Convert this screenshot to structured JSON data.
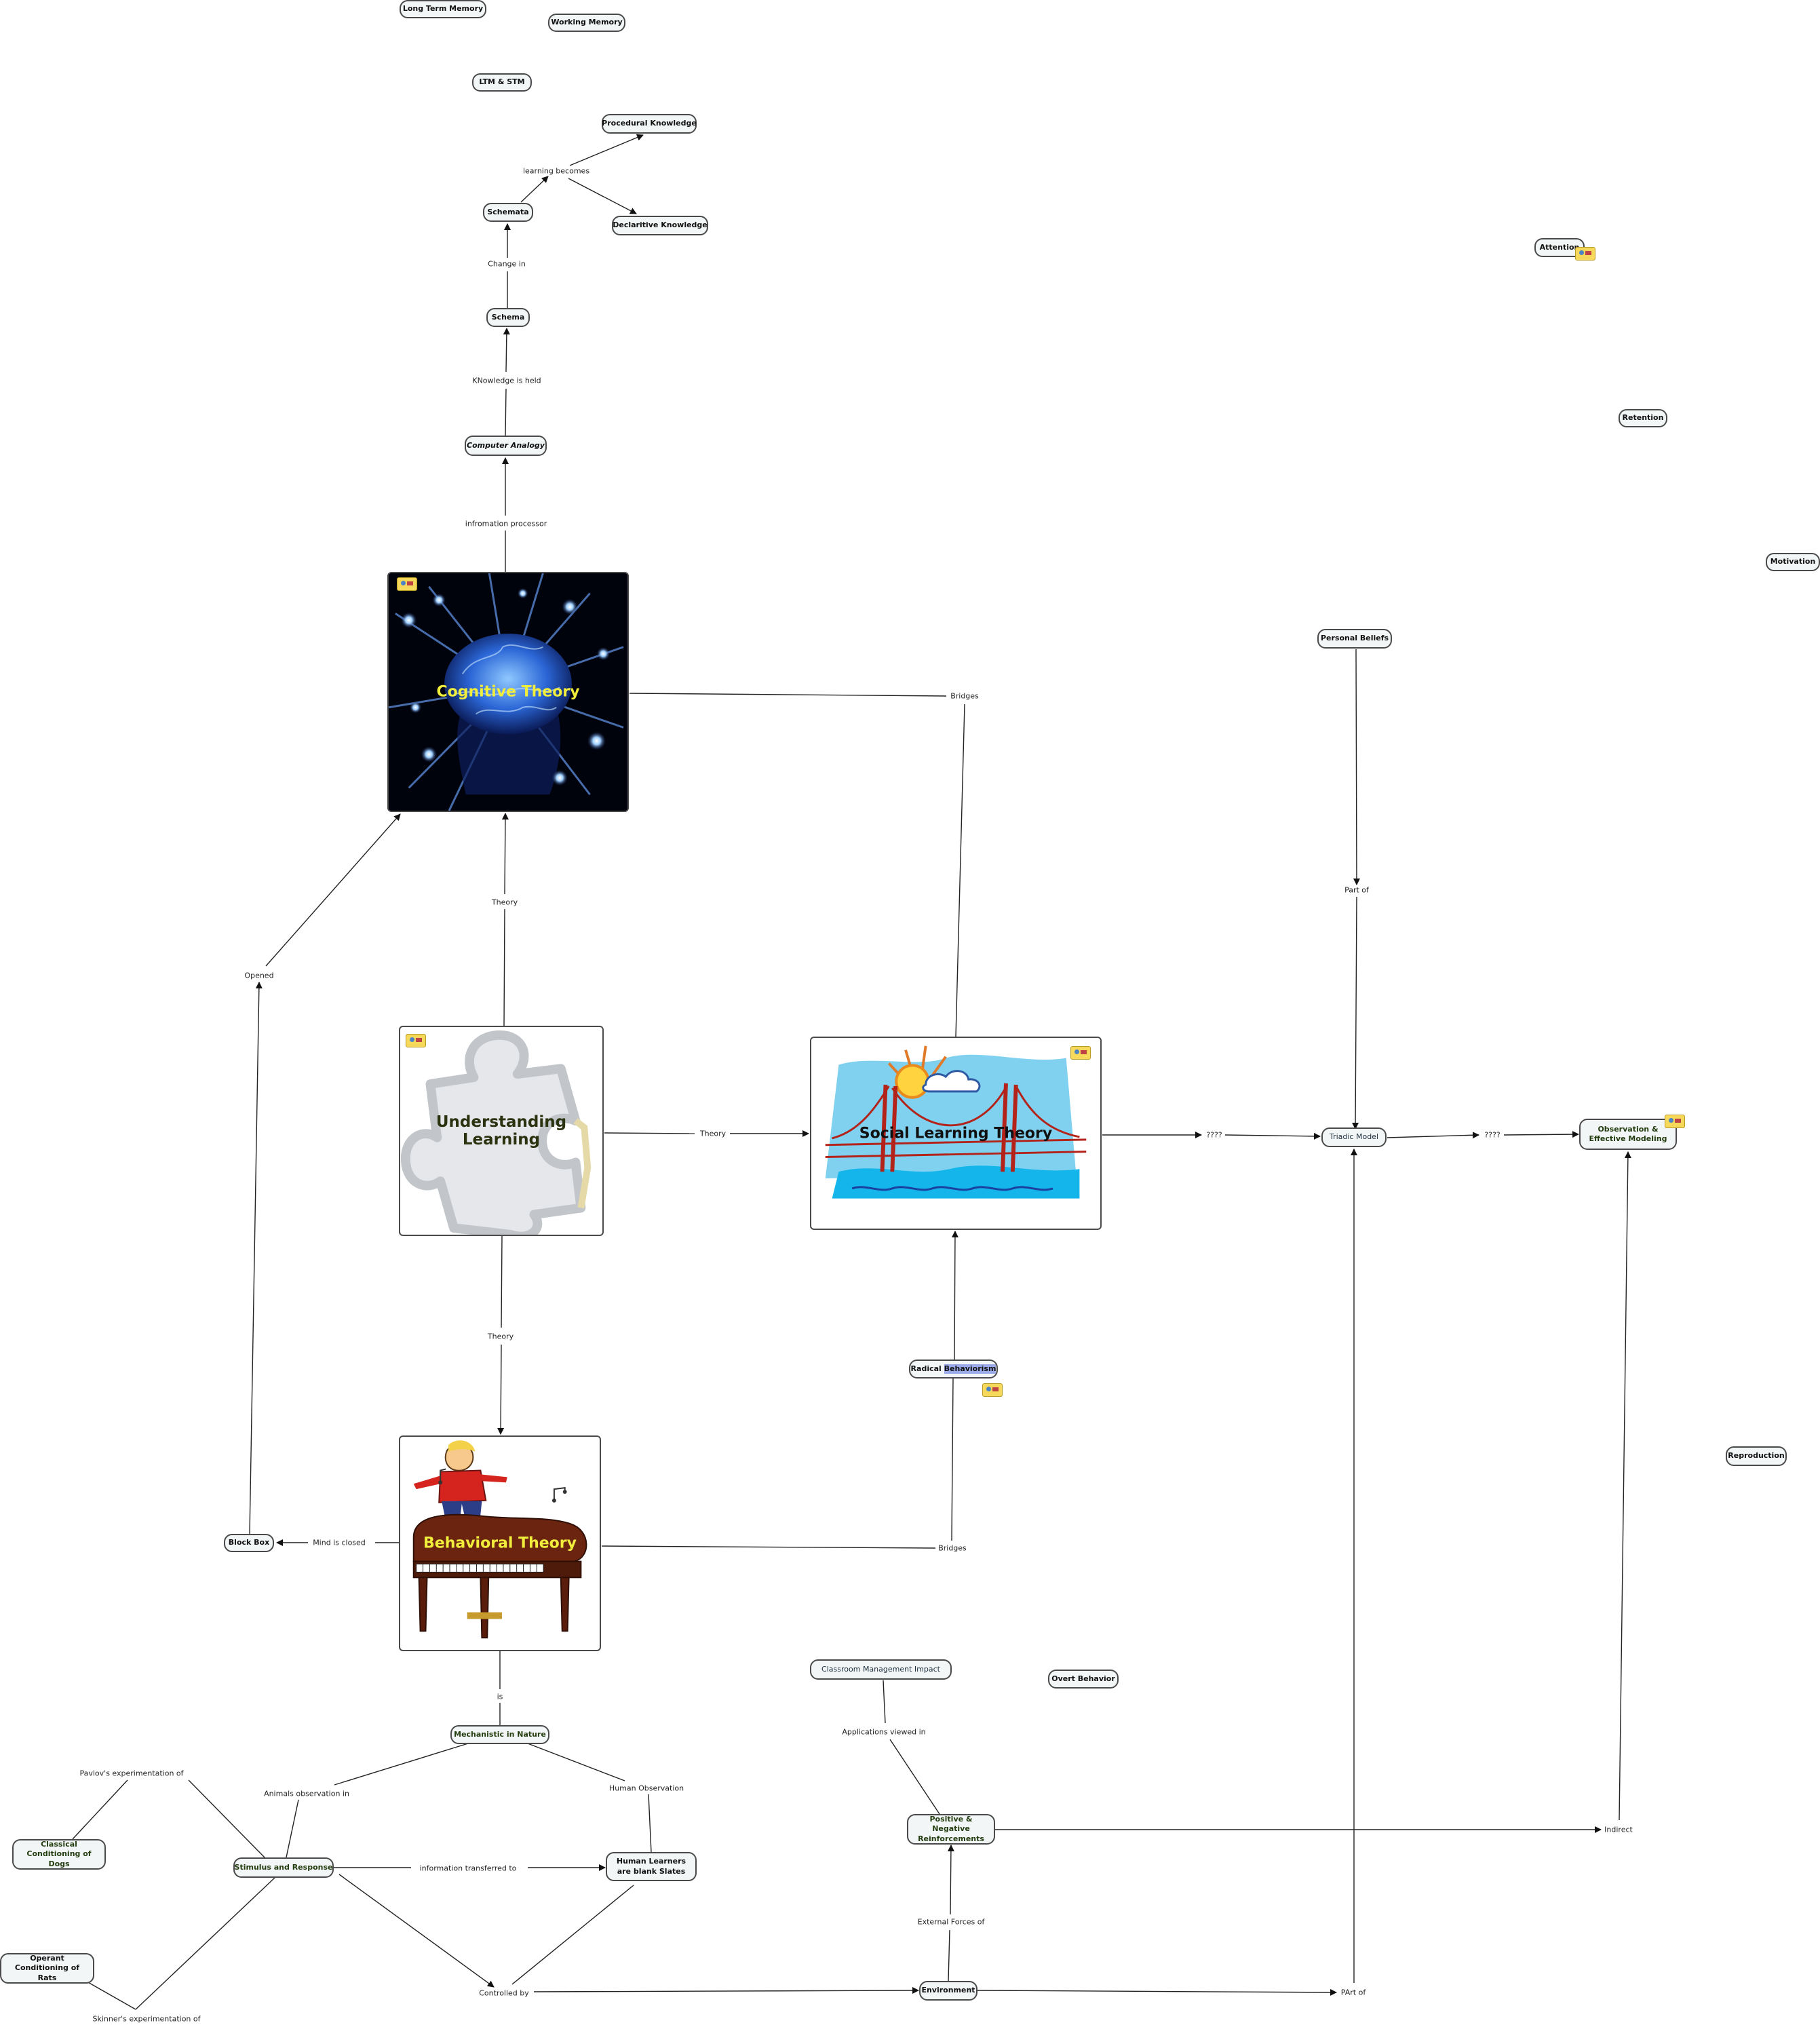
{
  "concepts": {
    "long_term_memory": "Long Term Memory",
    "working_memory": "Working Memory",
    "ltm_stm": "LTM & STM",
    "procedural_knowledge": "Procedural Knowledge",
    "declaritive_knowledge": "Declaritive Knowledge",
    "schemata": "Schemata",
    "schema": "Schema",
    "computer_analogy": "Computer Analogy",
    "cognitive_theory": "Cognitive Theory",
    "understanding_learning": "Understanding Learning",
    "social_learning_theory": "Social Learning Theory",
    "behavioral_theory": "Behavioral Theory",
    "block_box": "Block Box",
    "radical_behaviorism_prefix": "Radical ",
    "radical_behaviorism_highlight": "Behaviorism",
    "mechanistic_in_nature": "Mechanistic in Nature",
    "stimulus_and_response": "Stimulus and Response",
    "human_learners_blank_slates": "Human Learners are blank Slates",
    "classical_conditioning": "Classical Conditioning of Dogs",
    "operant_conditioning": "Operant Conditioning of Rats",
    "classroom_management_impact": "Classroom Management Impact",
    "overt_behavior": "Overt Behavior",
    "positive_negative_reinforcements": "Positive & Negative Reinforcements",
    "environment": "Environment",
    "attention": "Attention",
    "retention": "Retention",
    "motivation": "Motivation",
    "reproduction": "Reproduction",
    "personal_beliefs": "Personal Beliefs",
    "triadic_model": "Triadic Model",
    "observation_modeling": "Observation & Effective Modeling"
  },
  "links": {
    "learning_becomes": "learning becomes",
    "change_in": "Change in",
    "knowledge_is_held": "KNowledge is held",
    "infromation_processor": "infromation processor",
    "bridges_top": "Bridges",
    "theory_up": "Theory",
    "opened": "Opened",
    "theory_right": "Theory",
    "theory_down": "Theory",
    "mind_is_closed": "Mind is closed",
    "bridges_bottom": "Bridges",
    "is": "is",
    "animals_observation_in": "Animals observation in",
    "human_observation": "Human Observation",
    "pavlovs_experimentation_of": "Pavlov's experimentation of",
    "skinners_experimentation_of": "Skinner's experimentation of",
    "information_transferred_to": "information transferred to",
    "controlled_by": "Controlled by",
    "applications_viewed_in": "Applications viewed in",
    "external_forces_of": "External Forces of",
    "part_of_bottom": "PArt of",
    "indirect": "Indirect",
    "part_of_top": "Part of",
    "question_left": "????",
    "question_right": "????"
  }
}
